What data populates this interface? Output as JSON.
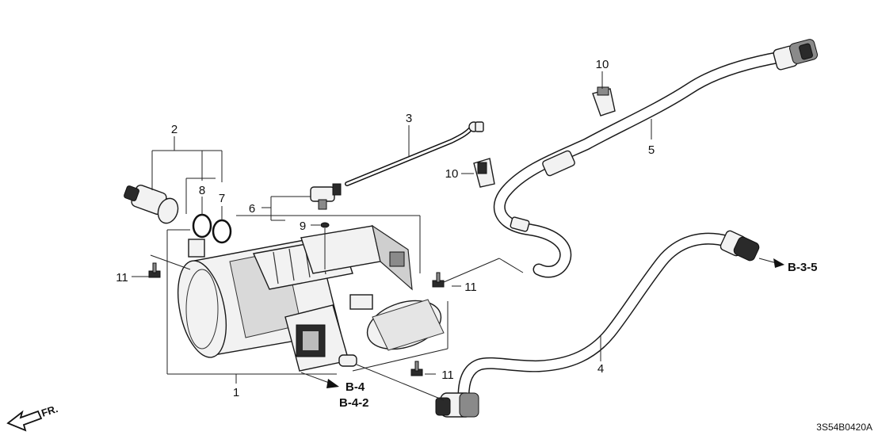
{
  "diagram": {
    "callouts": [
      {
        "id": "c1",
        "text": "1"
      },
      {
        "id": "c2",
        "text": "2"
      },
      {
        "id": "c3",
        "text": "3"
      },
      {
        "id": "c4",
        "text": "4"
      },
      {
        "id": "c5",
        "text": "5"
      },
      {
        "id": "c6",
        "text": "6"
      },
      {
        "id": "c7",
        "text": "7"
      },
      {
        "id": "c8",
        "text": "8"
      },
      {
        "id": "c9",
        "text": "9"
      },
      {
        "id": "c10a",
        "text": "10"
      },
      {
        "id": "c10b",
        "text": "10"
      },
      {
        "id": "c11a",
        "text": "11"
      },
      {
        "id": "c11b",
        "text": "11"
      },
      {
        "id": "c11c",
        "text": "11"
      }
    ],
    "references": {
      "b35": "B-3-5",
      "b4": "B-4",
      "b42": "B-4-2"
    },
    "direction_label": "FR.",
    "diagram_code": "3S54B0420A"
  }
}
